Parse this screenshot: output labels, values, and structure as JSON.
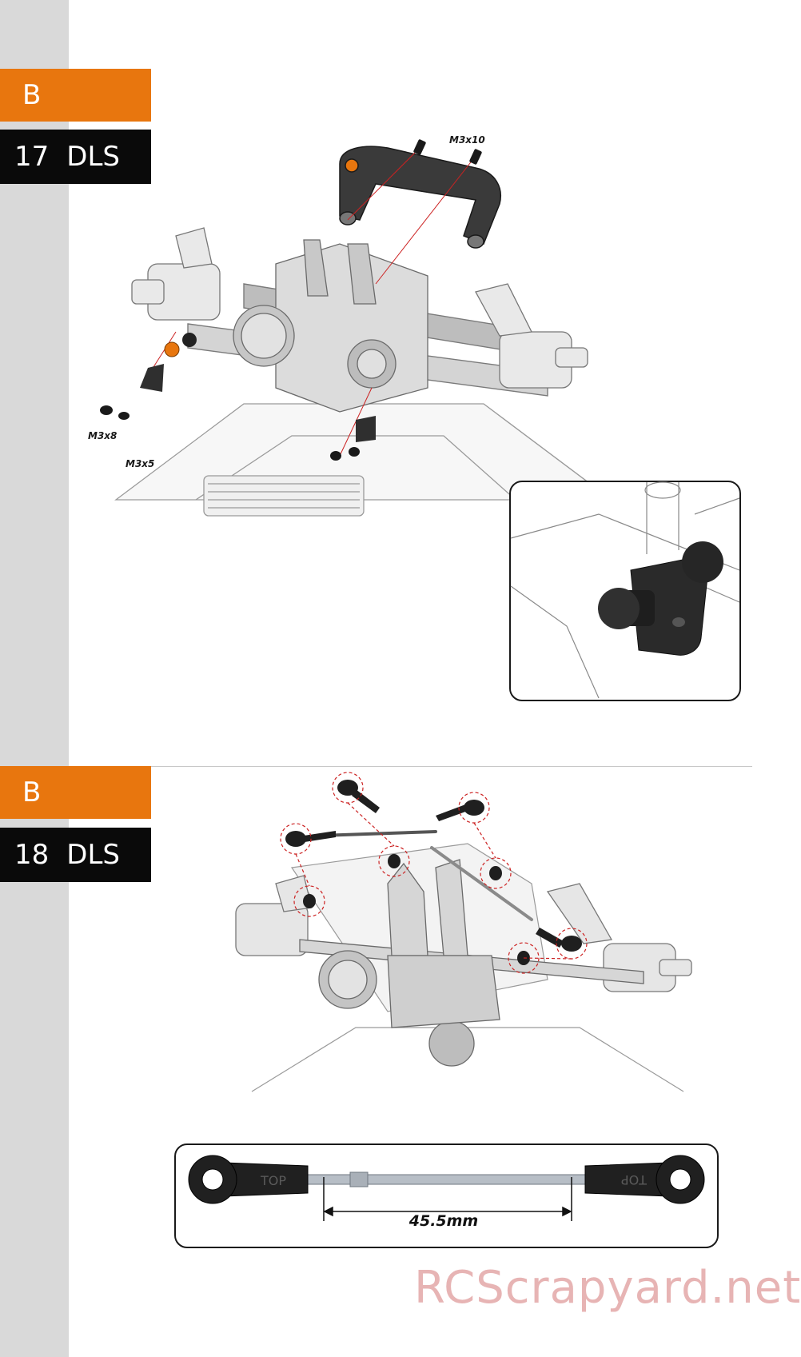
{
  "steps": [
    {
      "section": "B",
      "number": "17",
      "title": "DLS",
      "callouts": {
        "screw_top": "M3x10",
        "screw_left_a": "M3x8",
        "screw_left_b": "M3x5"
      }
    },
    {
      "section": "B",
      "number": "18",
      "title": "DLS",
      "rod": {
        "dimension": "45.5mm",
        "end_left_text": "TOP",
        "end_right_text": "TOP"
      }
    }
  ],
  "watermark": "RCScrapyard.net",
  "colors": {
    "accent": "#e8760e",
    "step_badge": "#0a0a0a",
    "rail": "#d9d9d9",
    "guide_line": "#cc2222"
  }
}
